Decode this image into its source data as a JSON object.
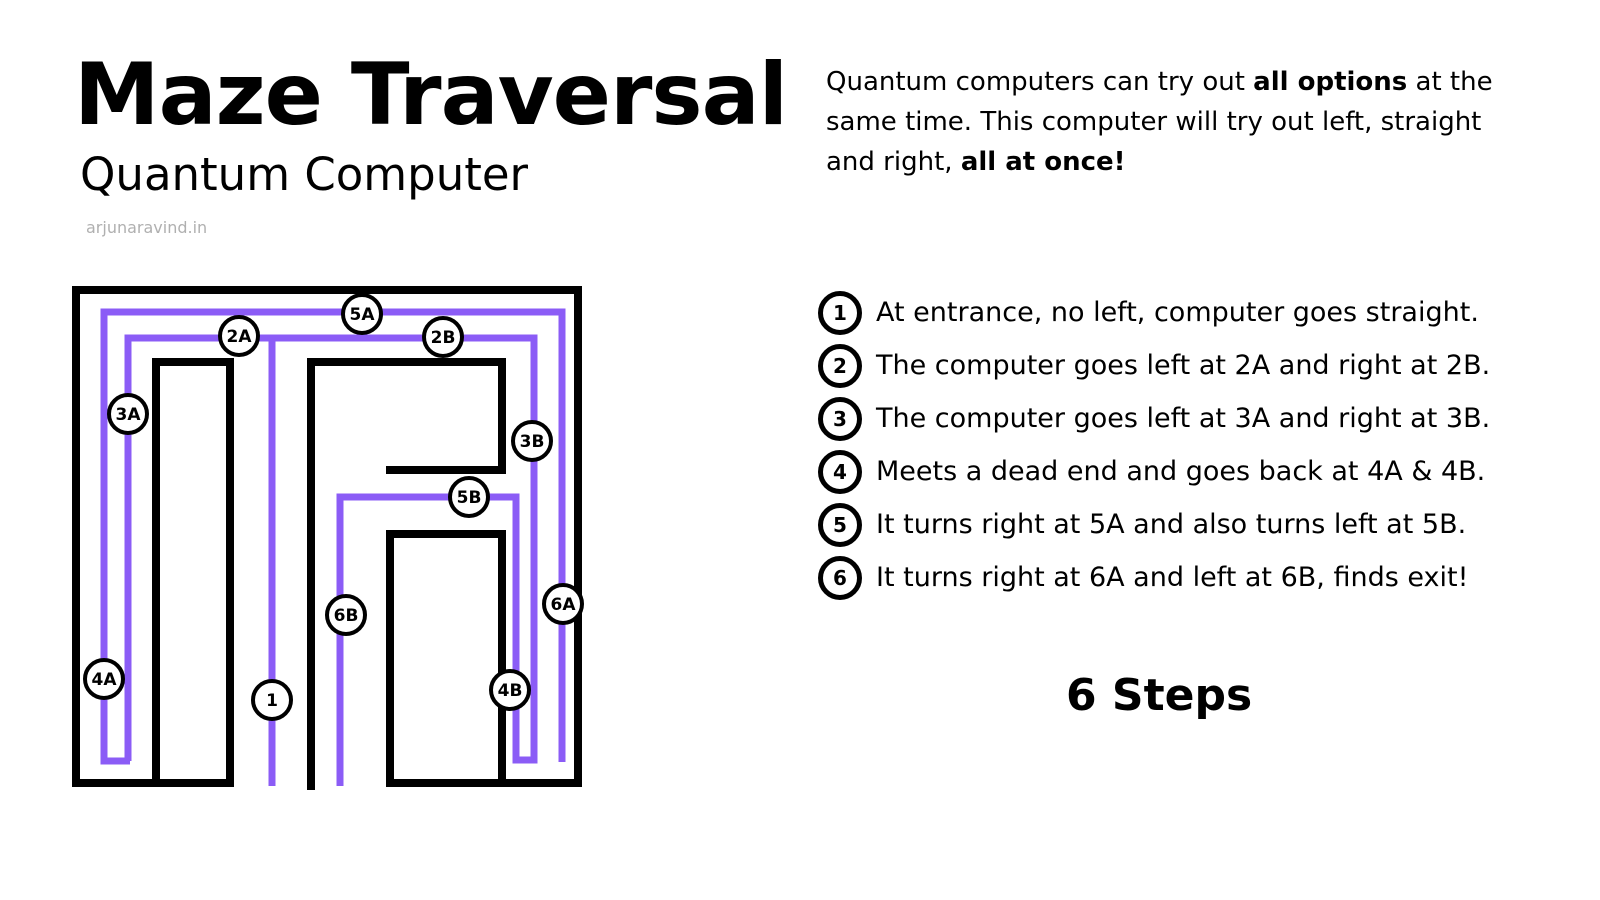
{
  "header": {
    "title": "Maze Traversal",
    "subtitle": "Quantum Computer",
    "site": "arjunaravind.in"
  },
  "intro": {
    "part1": "Quantum computers can try out ",
    "bold1": "all options",
    "part2": " at the same time. This computer will try out left, straight and right, ",
    "bold2": "all at once!"
  },
  "steps": [
    {
      "num": "1",
      "text": "At entrance, no left, computer goes straight."
    },
    {
      "num": "2",
      "text": "The computer goes left at 2A and right at 2B."
    },
    {
      "num": "3",
      "text": "The computer goes left at 3A and right at 3B."
    },
    {
      "num": "4",
      "text": "Meets a dead end and goes back at 4A & 4B."
    },
    {
      "num": "5",
      "text": "It turns right at 5A and also turns left at 5B."
    },
    {
      "num": "6",
      "text": "It turns right at 6A and left at 6B, finds exit!"
    }
  ],
  "total_steps": "6 Steps",
  "maze": {
    "path_color": "#8b5cf6",
    "wall_color": "#000000",
    "markers": [
      "1",
      "2A",
      "2B",
      "3A",
      "3B",
      "4A",
      "4B",
      "5A",
      "5B",
      "6A",
      "6B"
    ]
  }
}
